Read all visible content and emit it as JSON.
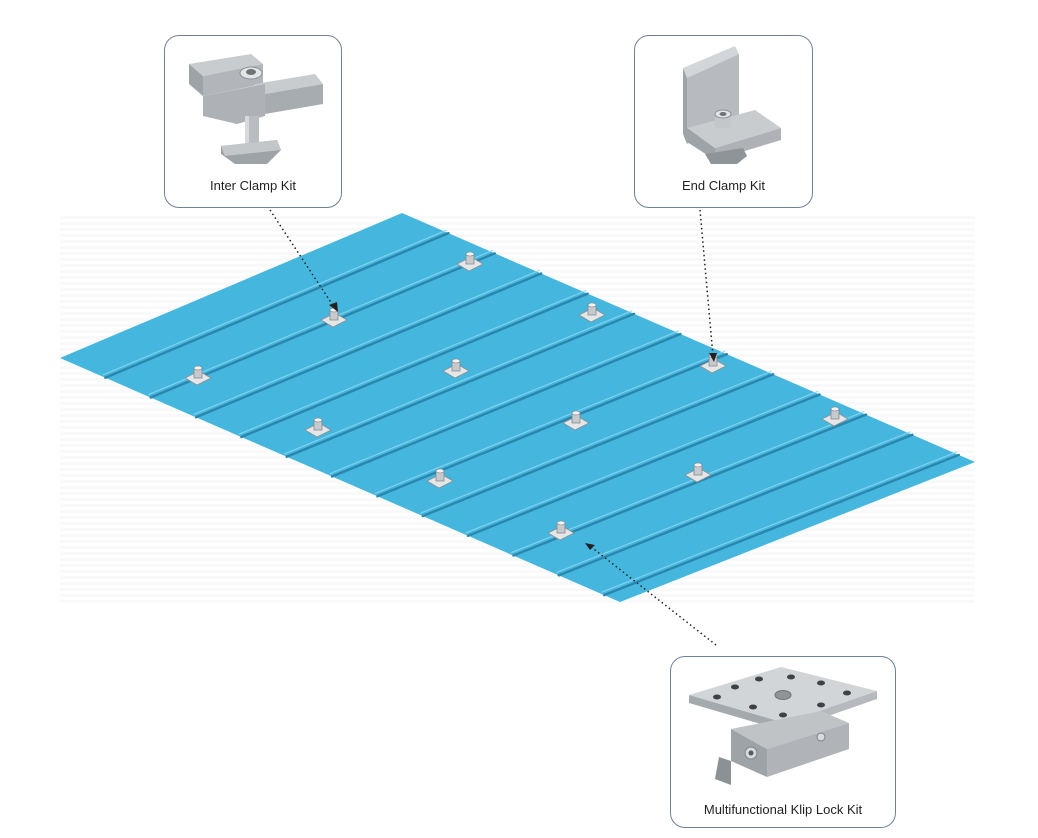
{
  "callouts": {
    "inter_clamp": {
      "label": "Inter Clamp Kit",
      "icon": "inter-clamp-kit-icon"
    },
    "end_clamp": {
      "label": "End Clamp Kit",
      "icon": "end-clamp-kit-icon"
    },
    "klip_lock": {
      "label": "Multifunctional Klip Lock Kit",
      "icon": "klip-lock-kit-icon"
    }
  },
  "colors": {
    "roof_sheet": "#45b6de",
    "roof_rib": "#2a86ad",
    "hardware": "#b8bcc0",
    "callout_border": "#6f829a"
  }
}
